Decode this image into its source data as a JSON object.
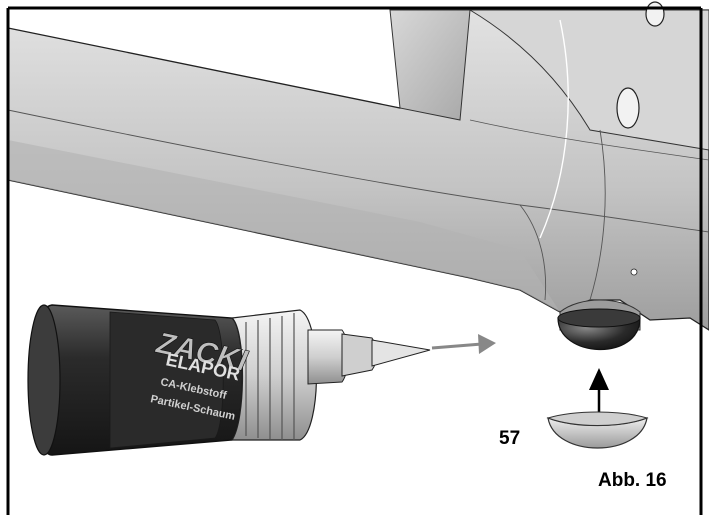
{
  "labels": {
    "part_number": "57",
    "figure": "Abb. 16"
  },
  "bottle": {
    "brand_logo": "ZACKI",
    "product_name": "ELAPOR",
    "text_line_1": "CA-Klebstoff",
    "text_line_2": "Partikel-Schaum"
  },
  "colors": {
    "background": "#ffffff",
    "frame": "#000000",
    "fuselage": "#c9c9c9",
    "bottle": "#2e2e2e",
    "arrow": "#888888"
  }
}
